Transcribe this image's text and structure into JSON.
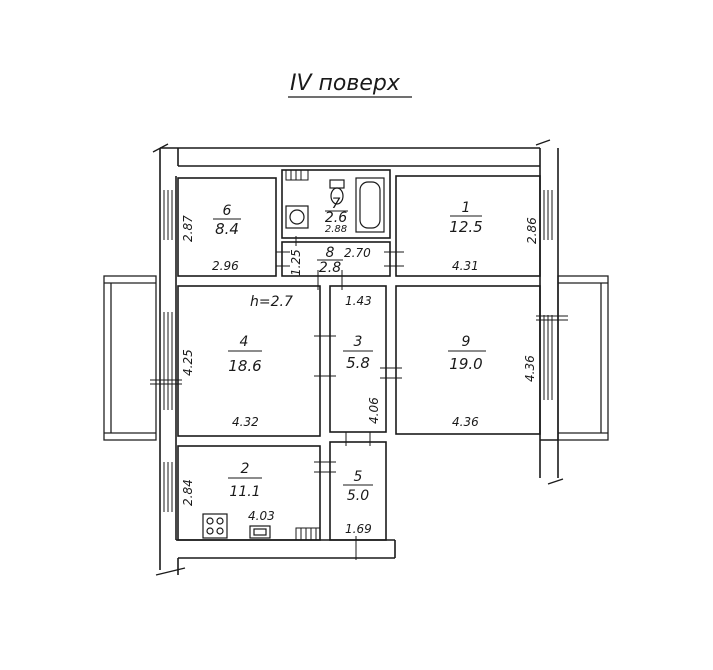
{
  "floor_title": "IV поверх",
  "height_note": "h=2.7",
  "rooms": [
    {
      "id": "1",
      "number": "1",
      "area": "12.5"
    },
    {
      "id": "2",
      "number": "2",
      "area": "11.1"
    },
    {
      "id": "3",
      "number": "3",
      "area": "5.8"
    },
    {
      "id": "4",
      "number": "4",
      "area": "18.6"
    },
    {
      "id": "5",
      "number": "5",
      "area": "5.0"
    },
    {
      "id": "6",
      "number": "6",
      "area": "8.4"
    },
    {
      "id": "7",
      "number": "7",
      "area": "2.6"
    },
    {
      "id": "8",
      "number": "8",
      "area": "2.8"
    },
    {
      "id": "9",
      "number": "9",
      "area": "19.0"
    }
  ],
  "dimensions": {
    "r6_height": "2.87",
    "r6_width": "2.96",
    "r7_dim": "2.88",
    "r8_left": "1.25",
    "r8_right": "2.70",
    "r1_width": "4.31",
    "r1_height": "2.86",
    "r4_height": "4.25",
    "r4_width": "4.32",
    "r3_top": "1.43",
    "r3_height": "4.06",
    "r9_height": "4.36",
    "r9_width": "4.36",
    "r2_height": "2.84",
    "r2_width": "4.03",
    "r5_width": "1.69"
  }
}
